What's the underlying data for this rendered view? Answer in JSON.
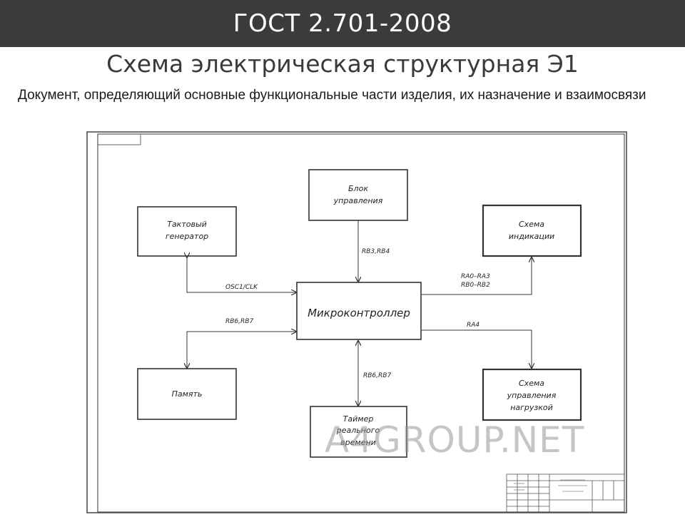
{
  "header": {
    "title": "ГОСТ 2.701-2008"
  },
  "heading": "Схема электрическая структурная Э1",
  "description": "Документ, определяющий основные функциональные части изделия, их назначение и взаимосвязи",
  "diagram": {
    "blocks": {
      "control": "Блок управления",
      "clock": "Тактовый генератор",
      "indication": "Схема индикации",
      "mcu": "Микроконтроллер",
      "memory": "Память",
      "load": "Схема управления нагрузкой",
      "rtc": "Таймер реального времени"
    },
    "signals": {
      "rb3_rb4": "RB3,RB4",
      "osc": "OSC1/CLK",
      "ra0_ra3": "RA0–RA3",
      "rb0_rb2": "RB0–RB2",
      "rb6_rb7_left": "RB6,RB7",
      "ra4": "RA4",
      "rb6_rb7_bottom": "RB6,RB7"
    }
  },
  "watermark": "A4GROUP.NET"
}
